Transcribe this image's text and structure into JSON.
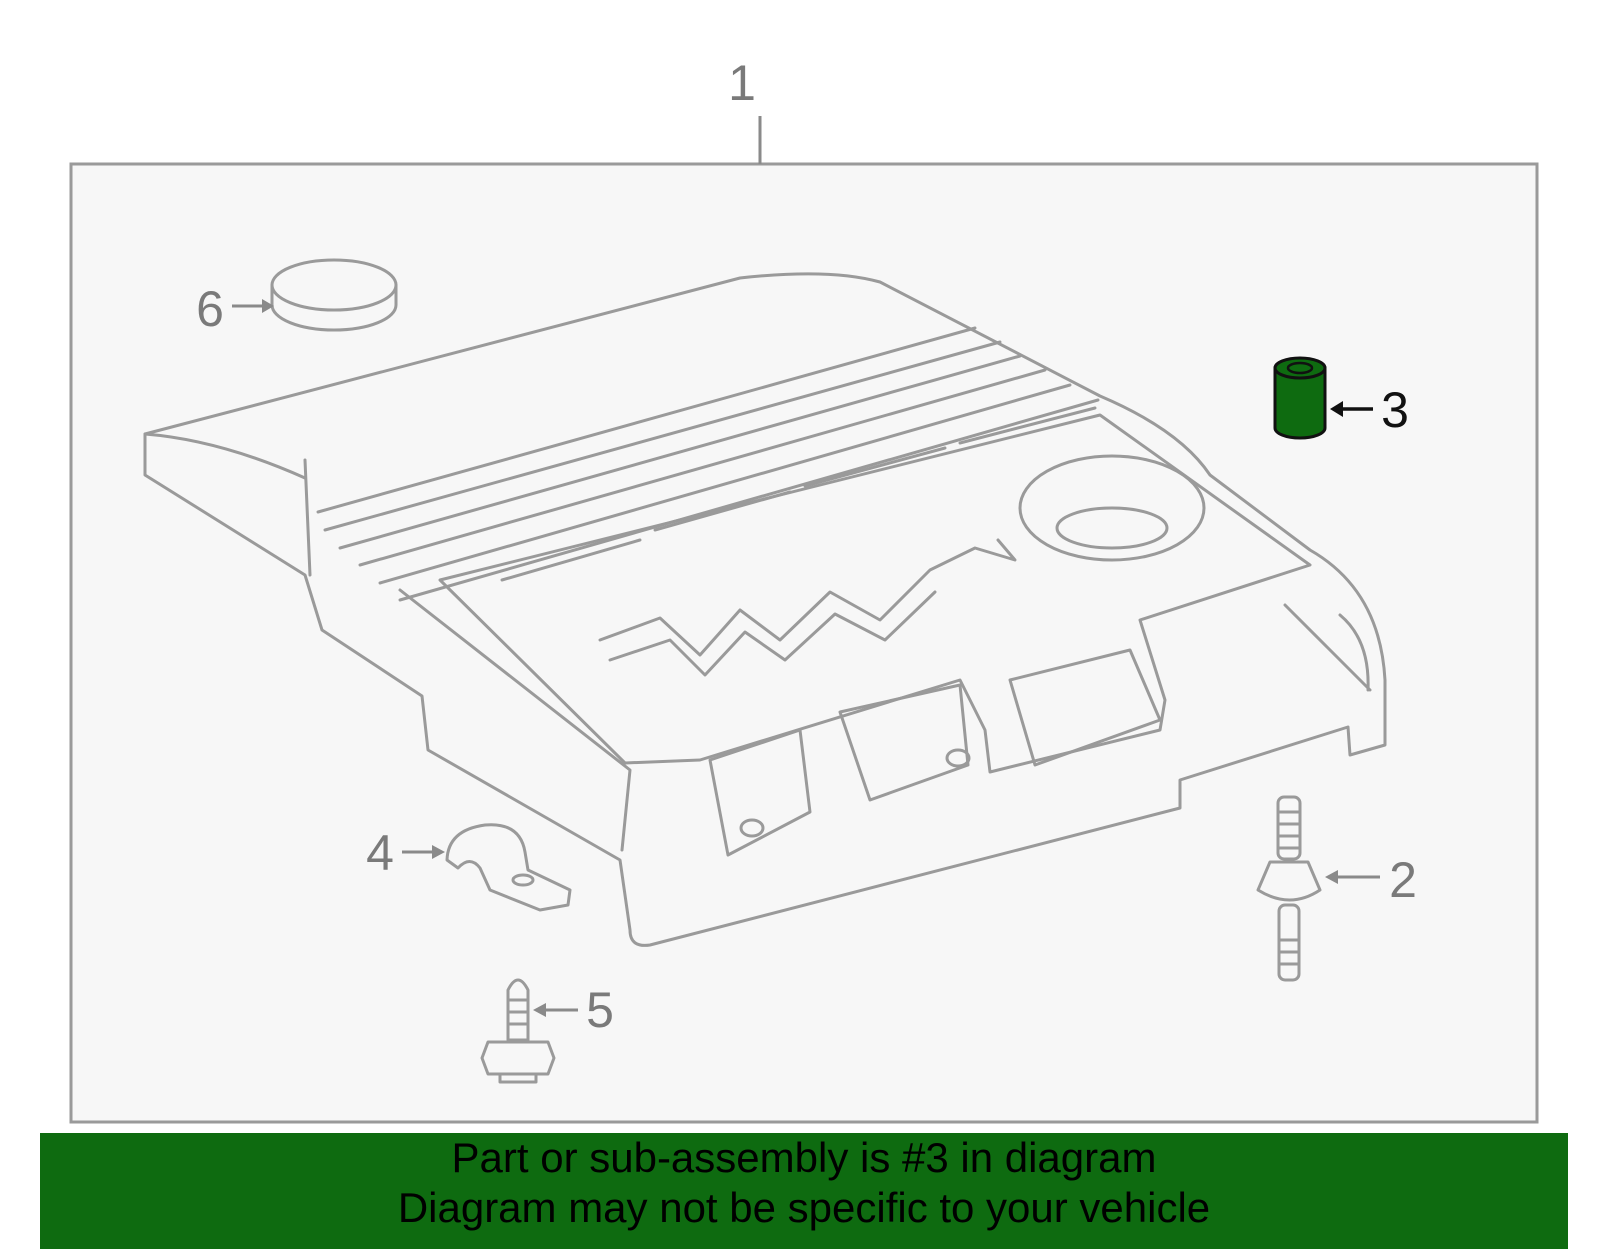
{
  "diagram": {
    "callouts": [
      {
        "id": "1",
        "label": "1"
      },
      {
        "id": "2",
        "label": "2"
      },
      {
        "id": "3",
        "label": "3"
      },
      {
        "id": "4",
        "label": "4"
      },
      {
        "id": "5",
        "label": "5"
      },
      {
        "id": "6",
        "label": "6"
      }
    ],
    "highlighted_part": "3",
    "colors": {
      "highlight": "#0e6b10",
      "line": "#9a9a9a",
      "panel": "#f7f7f7"
    }
  },
  "banner": {
    "line1": "Part or sub-assembly is #3 in diagram",
    "line2": "Diagram may not be specific to your vehicle"
  }
}
